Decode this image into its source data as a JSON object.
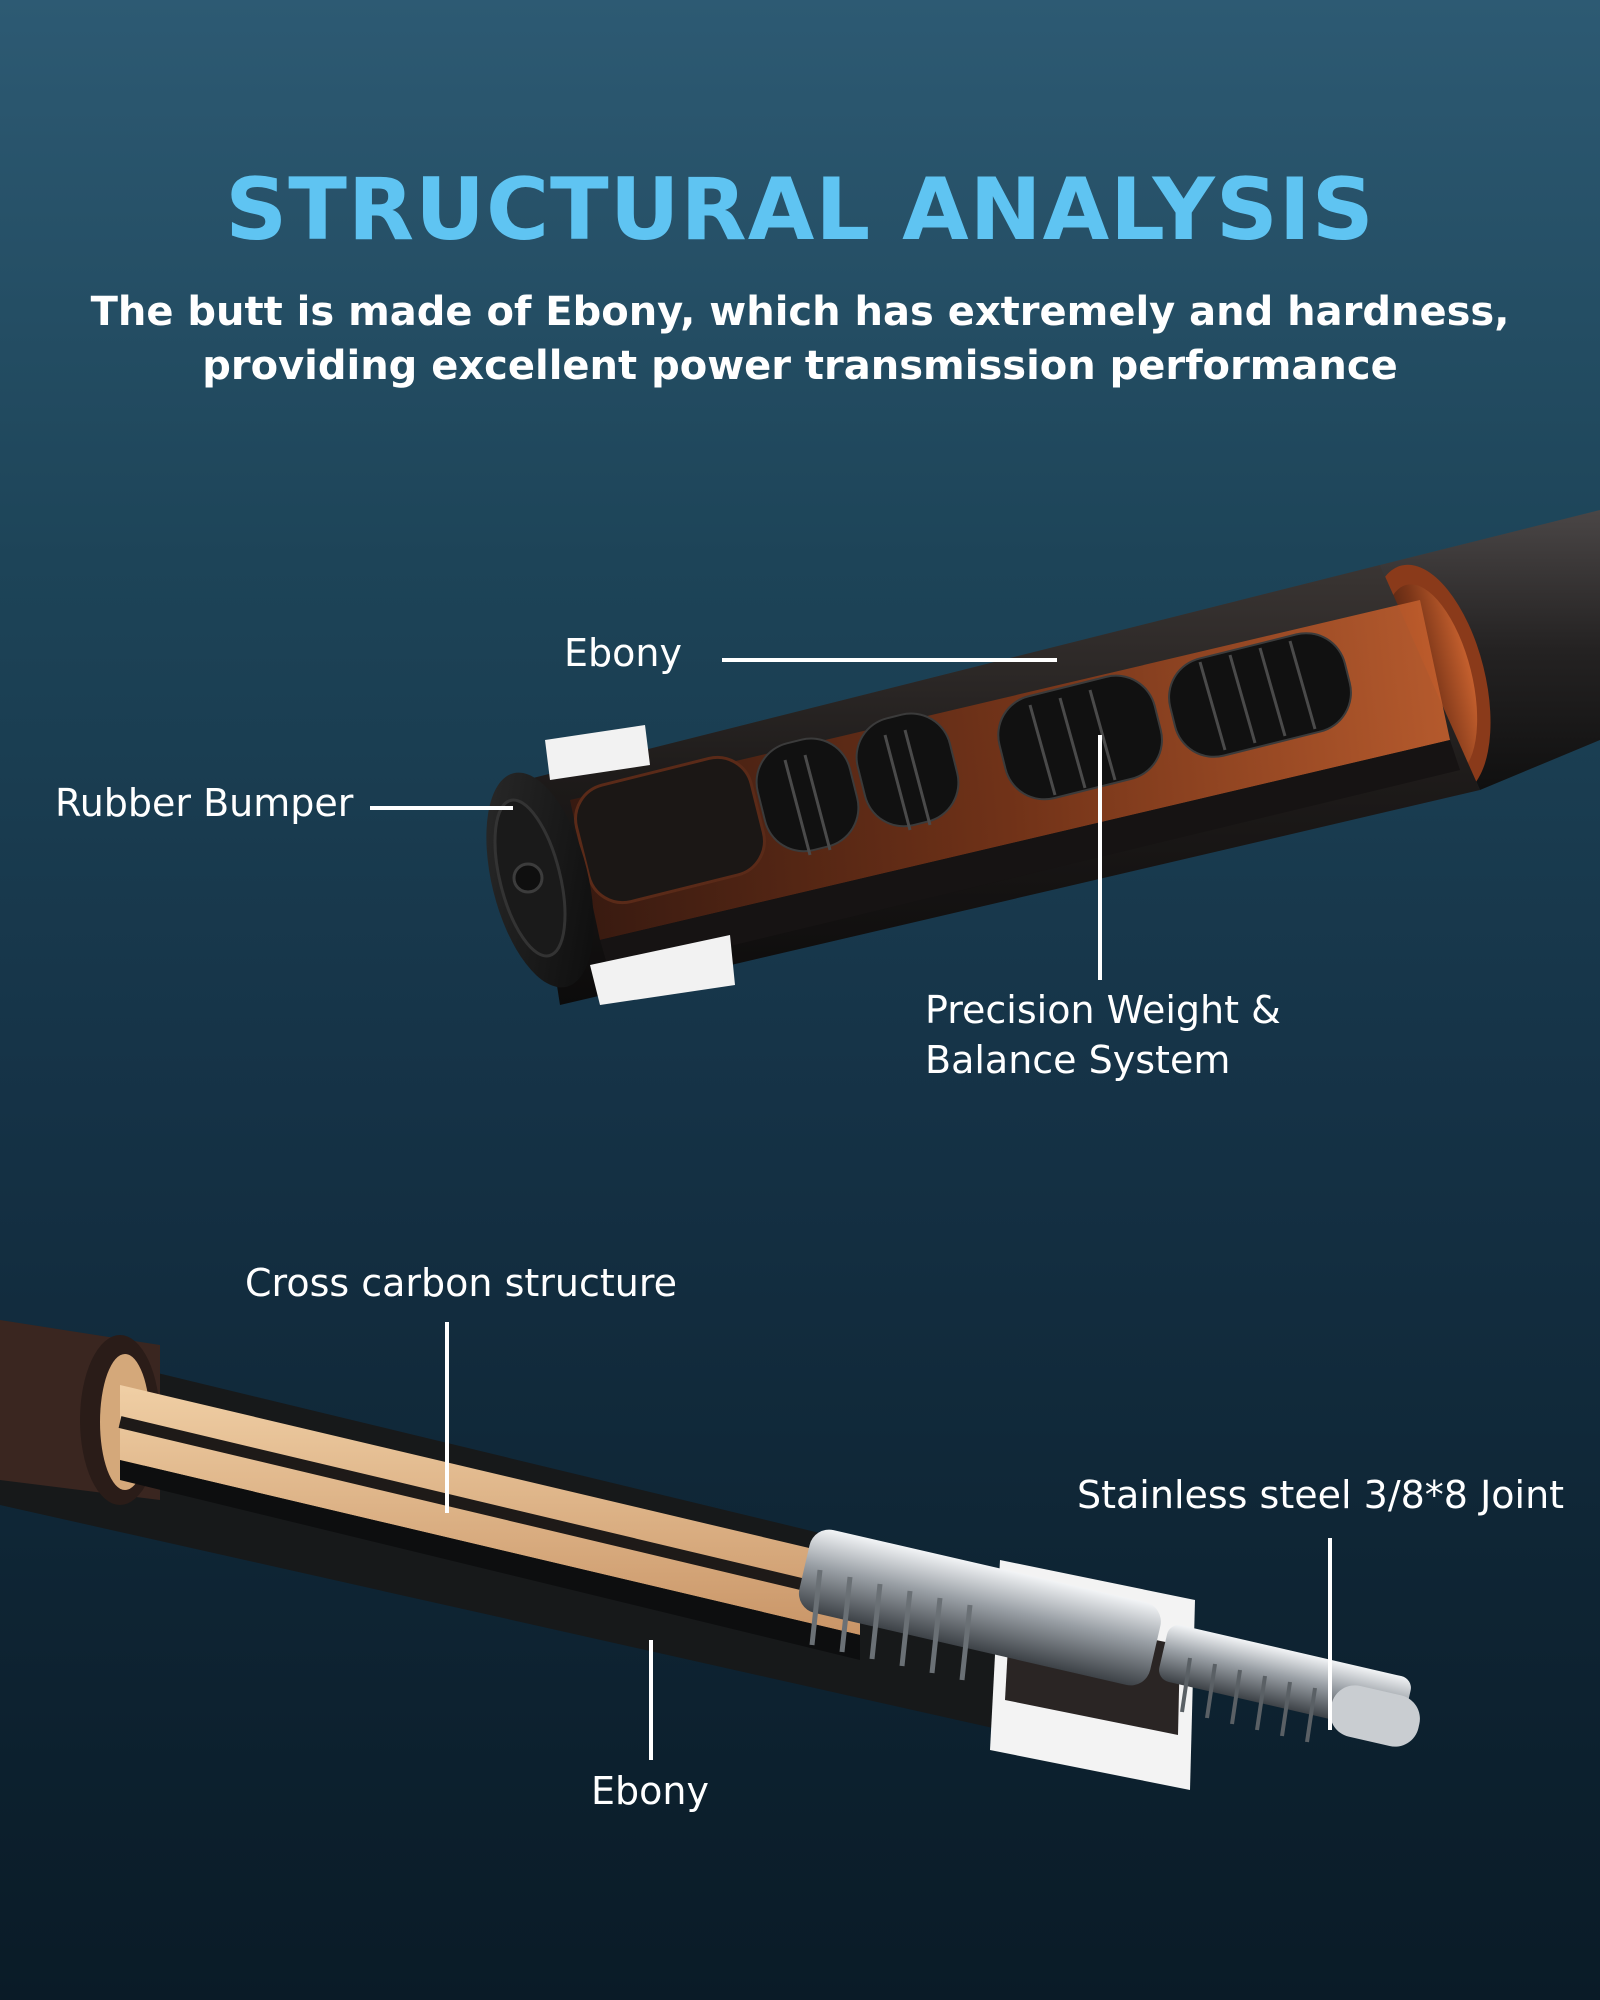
{
  "header": {
    "title": "STRUCTURAL ANALYSIS",
    "subtitle_line1": "The butt is made of Ebony, which has extremely and hardness,",
    "subtitle_line2": "providing excellent power transmission performance"
  },
  "top_section": {
    "labels": {
      "ebony": "Ebony",
      "rubber_bumper": "Rubber Bumper",
      "precision_line1": "Precision Weight &",
      "precision_line2": "Balance System"
    }
  },
  "bottom_section": {
    "labels": {
      "cross_carbon": "Cross carbon structure",
      "joint": "Stainless steel 3/8*8 Joint",
      "ebony": "Ebony"
    }
  },
  "colors": {
    "title": "#5fc4f2",
    "ebony": "#1e1a1a",
    "copper": "#a84e28",
    "wood": "#e2b98a",
    "steel": "#c8ccd0"
  }
}
